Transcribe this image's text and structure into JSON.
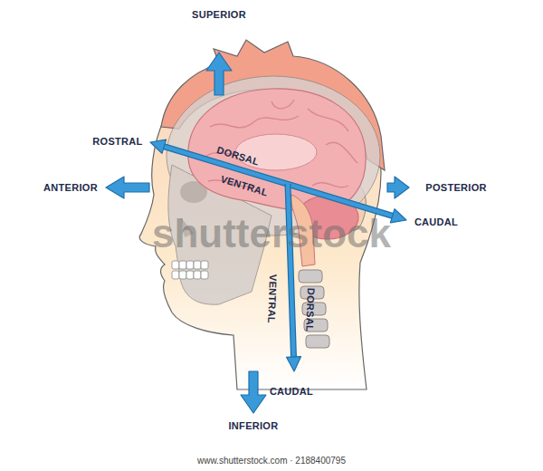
{
  "diagram": {
    "labels": [
      "SUPERIOR",
      "ROSTRAL",
      "DORSAL",
      "VENTRAL",
      "ANTERIOR",
      "POSTERIOR",
      "CAUDAL",
      "VENTRAL",
      "DORSAL",
      "CAUDAL",
      "INFERIOR",
      "shutterstock",
      "www.shutterstock.com · 2188400795"
    ]
  }
}
